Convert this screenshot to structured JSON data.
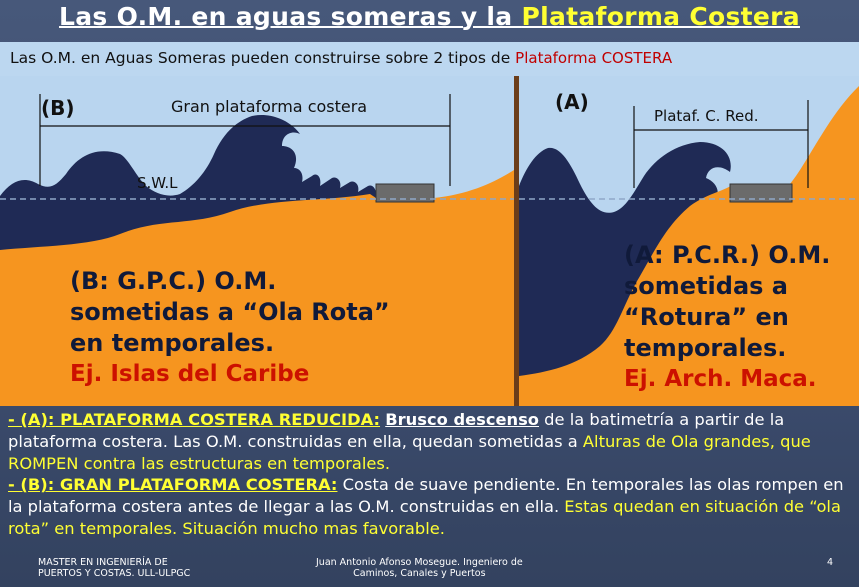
{
  "title": {
    "part1": "Las O.M. en aguas someras y la ",
    "part2": "Plataforma Costera"
  },
  "subtitle": {
    "text": "Las O.M. en Aguas Someras pueden construirse sobre 2 tipos de ",
    "highlight": "Plataforma  COSTERA"
  },
  "diagram": {
    "label_b": "(B)",
    "label_a": "(A)",
    "gpc_label": "Gran plataforma costera",
    "pcr_label": "Plataf. C. Red.",
    "swl_label": "S.W.L",
    "left_text": [
      "(B: G.P.C.) O.M.",
      "sometidas a “Ola Rota”",
      "en temporales."
    ],
    "left_example": "Ej. Islas del Caribe",
    "right_text": [
      "(A: P.C.R.) O.M.",
      "sometidas a",
      "“Rotura” en",
      "temporales."
    ],
    "right_example": "Ej. Arch. Maca.",
    "colors": {
      "sky": "#b9d5ef",
      "sea": "#1f2a55",
      "land": "#f6951f",
      "structure": "#6b6b6b",
      "divider": "#6b3d1a"
    }
  },
  "bottom": {
    "a_heading": "- (A): PLATAFORMA COSTERA REDUCIDA:",
    "a_strong": "Brusco descenso",
    "a_rest": " de la batimetría a partir de la plataforma costera. Las O.M. construidas en ella, quedan sometidas a ",
    "a_yellow": "Alturas de Ola grandes, que ROMPEN contra las estructuras en temporales.",
    "b_heading": "- (B): GRAN PLATAFORMA COSTERA:",
    "b_rest": " Costa de suave pendiente. En temporales las olas rompen en la plataforma costera antes de llegar a las O.M. construidas en ella. ",
    "b_yellow": "Estas quedan en situación de “ola rota” en temporales. Situación mucho mas favorable."
  },
  "footer": {
    "left_line1": "MASTER EN INGENIERÍA DE",
    "left_line2": "PUERTOS Y COSTAS. ULL-ULPGC",
    "center_line1": "Juan Antonio Afonso Mosegue. Ingeniero de",
    "center_line2": "Caminos, Canales y Puertos",
    "page": "4"
  }
}
